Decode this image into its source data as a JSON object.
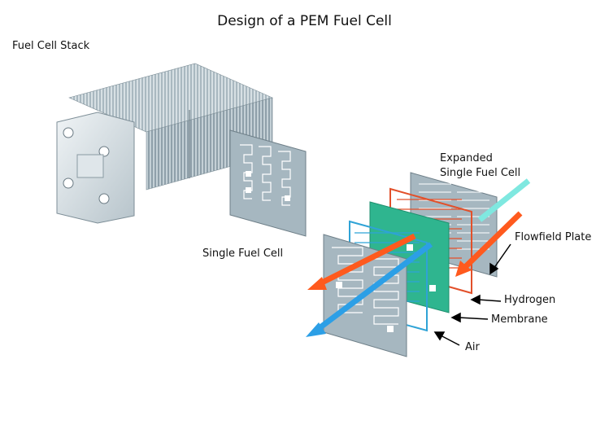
{
  "title": "Design of a PEM Fuel Cell",
  "labels": {
    "stack": "Fuel Cell Stack",
    "single": "Single Fuel Cell",
    "expanded_1": "Expanded",
    "expanded_2": "Single Fuel Cell",
    "flowfield": "Flowfield Plate",
    "hydrogen": "Hydrogen",
    "membrane": "Membrane",
    "air": "Air"
  },
  "colors": {
    "plate": "#9fb2bd",
    "hydrogen_layer": "#e2502a",
    "membrane": "#2fb58f",
    "air_layer": "#2fa3d6",
    "arrow_hot": "#ff5a1e",
    "arrow_cool": "#2c9fe6",
    "arrow_cyan": "#7fe8e0"
  }
}
